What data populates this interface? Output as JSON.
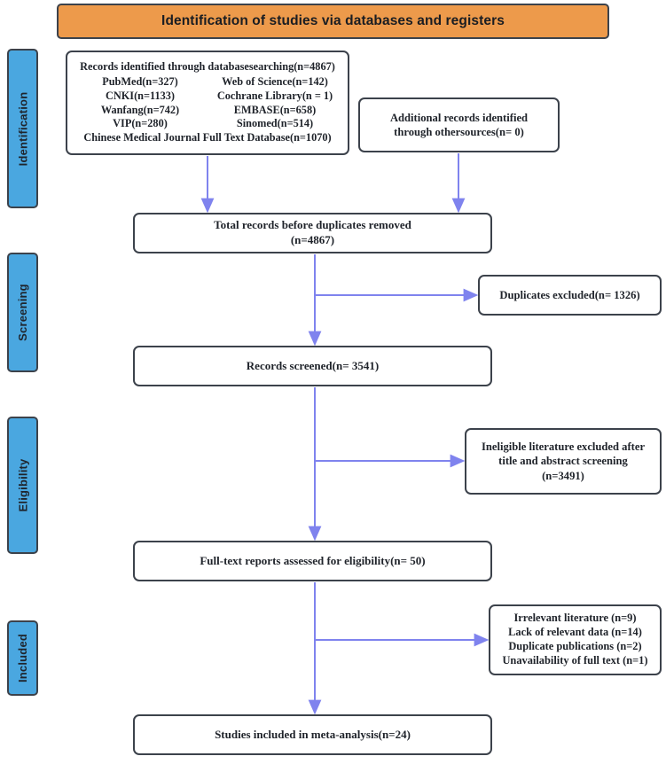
{
  "banner": {
    "title": "Identification of studies via databases and registers",
    "fill": "#ed9a4b"
  },
  "colors": {
    "stage_fill": "#4aa7e0",
    "box_border": "#3c424b",
    "arrow": "#7f83ee",
    "text": "#20242b"
  },
  "stages": [
    {
      "label": "Identification"
    },
    {
      "label": "Screening"
    },
    {
      "label": "Eligibility"
    },
    {
      "label": "Included"
    }
  ],
  "nodes": {
    "databases": {
      "header": "Records identified through databasesearching(n=4867)",
      "sources": [
        {
          "left": "PubMed(n=327)",
          "right": "Web of Science(n=142)"
        },
        {
          "left": "CNKI(n=1133)",
          "right": "Cochrane Library(n = 1)"
        },
        {
          "left": "Wanfang(n=742)",
          "right": "EMBASE(n=658)"
        },
        {
          "left": "VIP(n=280)",
          "right": "Sinomed(n=514)"
        }
      ],
      "footer": "Chinese Medical Journal Full Text Database(n=1070)"
    },
    "additional": {
      "line1": "Additional records identified",
      "line2": "through othersources(n= 0)"
    },
    "total": {
      "line1": "Total records before duplicates removed",
      "line2": "(n=4867)"
    },
    "duplicates": {
      "line1": "Duplicates excluded(n= 1326)"
    },
    "screened": {
      "line1": "Records screened(n= 3541)"
    },
    "ineligible": {
      "line1": "Ineligible literature excluded after",
      "line2": "title and abstract screening",
      "line3": "(n=3491)"
    },
    "fulltext": {
      "line1": "Full-text reports assessed for eligibility(n= 50)"
    },
    "exclusions": {
      "line1": "Irrelevant literature (n=9)",
      "line2": "Lack of relevant data (n=14)",
      "line3": "Duplicate publications (n=2)",
      "line4": "Unavailability of full text (n=1)"
    },
    "included": {
      "line1": "Studies included in meta-analysis(n=24)"
    }
  }
}
